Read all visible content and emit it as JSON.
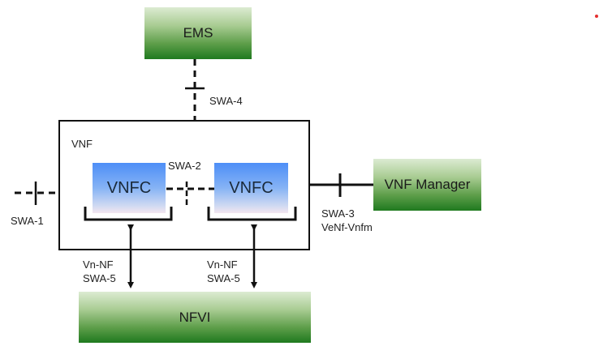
{
  "diagram": {
    "nodes": {
      "ems": "EMS",
      "vnf_manager": "VNF Manager",
      "nfvi": "NFVI",
      "vnf": "VNF",
      "vnfc_1": "VNFC",
      "vnfc_2": "VNFC"
    },
    "interfaces": {
      "swa1": "SWA-1",
      "swa2": "SWA-2",
      "swa3": "SWA-3",
      "swa3_alt": "VeNf-Vnfm",
      "swa4": "SWA-4",
      "swa5_left_line1": "Vn-NF",
      "swa5_left_line2": "SWA-5",
      "swa5_right_line1": "Vn-NF",
      "swa5_right_line2": "SWA-5"
    },
    "colors": {
      "green_box_dark": "#1f7a1f",
      "green_box_light": "#dcebd2",
      "vnfc_blue": "#4d8ef7",
      "vnfc_pink": "#f3e6f0",
      "line": "#111111",
      "marker_dot": "#e53030"
    }
  }
}
